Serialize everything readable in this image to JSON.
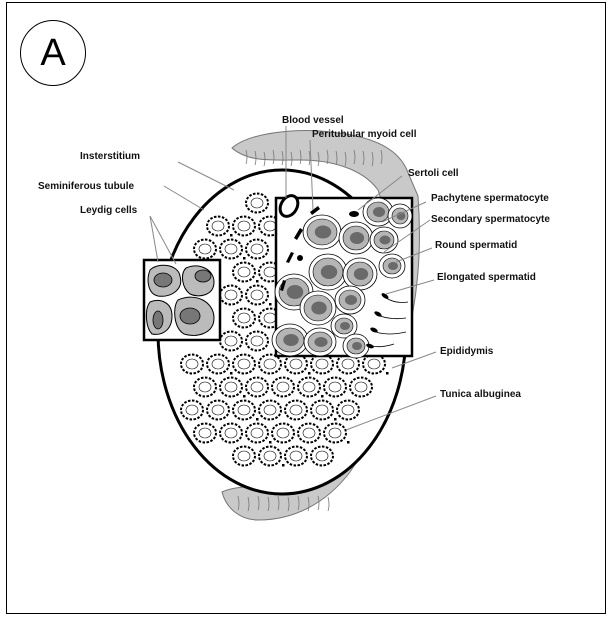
{
  "panel_label": "A",
  "labels": {
    "blood_vessel": "Blood vessel",
    "peritubular_myoid_cell": "Peritubular myoid cell",
    "interstitium": "Insterstitium",
    "seminiferous_tubule": "Seminiferous tubule",
    "leydig_cells": "Leydig cells",
    "sertoli_cell": "Sertoli cell",
    "pachytene_spermatocyte": "Pachytene spermatocyte",
    "secondary_spermatocyte": "Secondary spermatocyte",
    "round_spermatid": "Round spermatid",
    "elongated_spermatid": "Elongated spermatid",
    "epididymis": "Epididymis",
    "tunica_albuginea": "Tunica albuginea"
  },
  "colors": {
    "epididymis_fill": "#c9c9c9",
    "tissue_fill": "#ffffff",
    "cell_fill": "#b5b5b5",
    "nucleus_fill": "#6a6a6a",
    "outline": "#000000",
    "leader_line": "#888888"
  }
}
